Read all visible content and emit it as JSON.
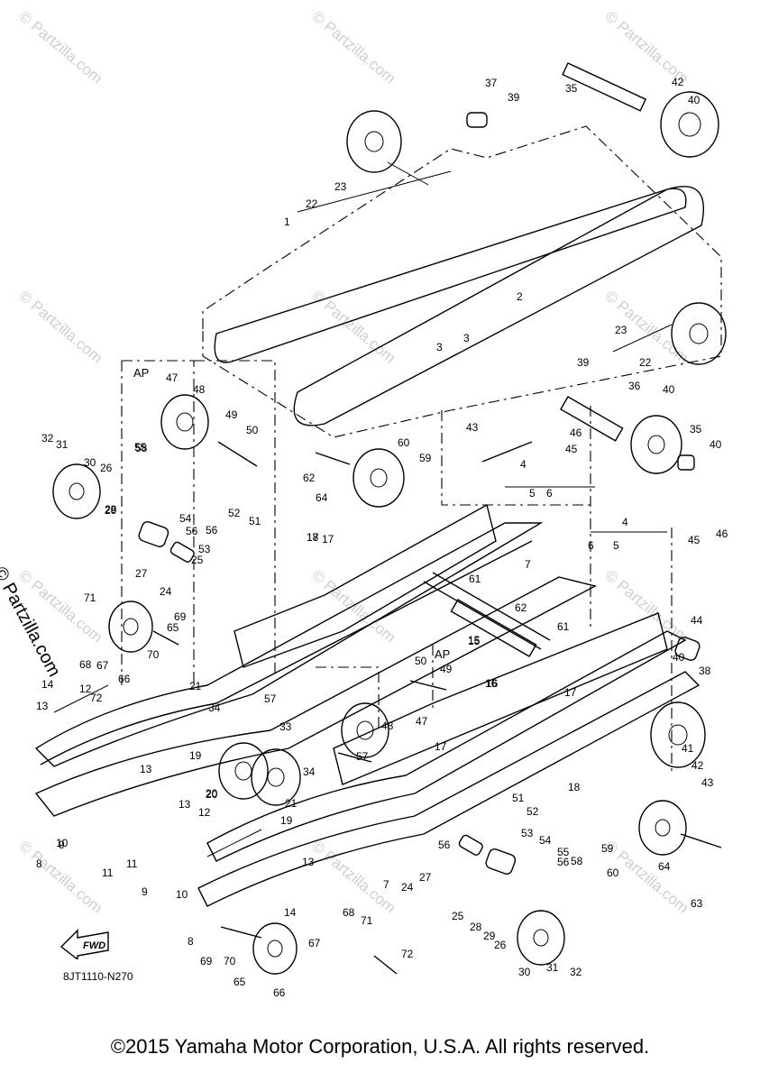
{
  "diagram_code": "8JT1110-N270",
  "watermark": "© Partzilla.com",
  "side_watermark": "© Partzilla.com",
  "fwd_label": "FWD",
  "copyright": "©2015 Yamaha Motor Corporation, U.S.A. All rights reserved.",
  "ap_label": "AP",
  "callouts": [
    "1",
    "2",
    "3",
    "3",
    "4",
    "4",
    "5",
    "5",
    "6",
    "6",
    "7",
    "7",
    "8",
    "8",
    "9",
    "9",
    "10",
    "10",
    "11",
    "11",
    "12",
    "12",
    "13",
    "13",
    "13",
    "13",
    "14",
    "14",
    "15",
    "15",
    "16",
    "16",
    "17",
    "17",
    "17",
    "17",
    "18",
    "18",
    "19",
    "19",
    "20",
    "20",
    "21",
    "21",
    "22",
    "22",
    "23",
    "23",
    "24",
    "24",
    "25",
    "25",
    "26",
    "26",
    "27",
    "27",
    "28",
    "28",
    "29",
    "29",
    "30",
    "30",
    "31",
    "31",
    "32",
    "32",
    "33",
    "34",
    "34",
    "35",
    "35",
    "36",
    "37",
    "38",
    "39",
    "39",
    "40",
    "40",
    "40",
    "40",
    "41",
    "42",
    "42",
    "43",
    "43",
    "44",
    "45",
    "45",
    "46",
    "46",
    "47",
    "47",
    "48",
    "48",
    "49",
    "49",
    "50",
    "50",
    "51",
    "51",
    "52",
    "52",
    "53",
    "53",
    "54",
    "54",
    "55",
    "55",
    "56",
    "56",
    "56",
    "56",
    "57",
    "57",
    "58",
    "58",
    "59",
    "59",
    "60",
    "60",
    "61",
    "61",
    "62",
    "62",
    "63",
    "64",
    "64",
    "65",
    "65",
    "66",
    "66",
    "67",
    "67",
    "68",
    "68",
    "69",
    "69",
    "70",
    "70",
    "71",
    "71",
    "72",
    "72"
  ]
}
